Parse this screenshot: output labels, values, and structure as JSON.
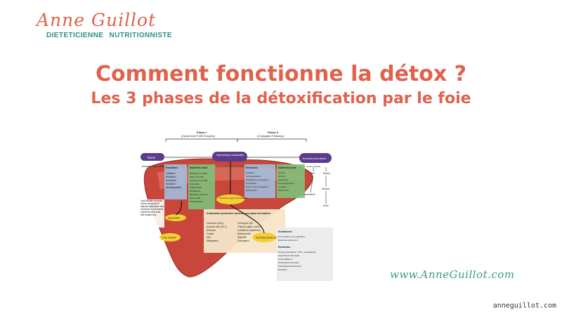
{
  "brand": {
    "name": "Anne Guillot",
    "sub1": "DIETETICIENNE",
    "sub2": "NUTRITIONNISTE"
  },
  "title": "Comment fonctionne la détox ?",
  "subtitle": "Les 3 phases de la détoxification par le foie",
  "website": "www.AnneGuillot.com",
  "credit": "anneguillot.com",
  "diagram": {
    "phase1_title": "Phase I",
    "phase1_sub": "(Cytochrome P-450 Enzymes)",
    "phase2_title": "Phase II",
    "phase2_sub": "(Conjugation Pathways)",
    "toxins": "Toxins",
    "intermediary": "Intermediary metabolites",
    "excretory": "Excretory derivatives",
    "nonpolar": "(nonpolar lipid-soluble)",
    "reactions_label": "Reactions",
    "nutrients_label": "Nutrients used",
    "phase1_reactions": [
      "Oxidation",
      "Reduction",
      "Hydrolysis",
      "Hydration",
      "Dehalogenation"
    ],
    "phase1_nutrients": [
      "Riboflavin (Vit B2)",
      "Niacin (Vit B3)",
      "Pyridoxine (Vit B6)",
      "Folic acid",
      "Vitamin B12",
      "Glutathione",
      "Branched chain aa",
      "Flavonoids",
      "Phospholipids"
    ],
    "polar_label": "(more polar less lipid-soluble)",
    "phase2_reactions": [
      "Sulfation",
      "Glucuronidation",
      "Glutathione conjugation",
      "Acetylation",
      "Amino acid conjugation",
      "Methylation"
    ],
    "phase2_nutrients": [
      "Glycine",
      "Taurine",
      "Glutamine",
      "N-Acetylcysteine",
      "Cysteine",
      "Methionine"
    ],
    "water_soluble": "(water soluble)",
    "ros": "Reactive oxygen intermediates",
    "antioxidant_title": "Antioxidant protective nutrients and plant derivatives",
    "antioxidants_col1": [
      "Carotenes (Vit A)",
      "Ascorbic acid (Vit C)",
      "Selenium",
      "Copper",
      "Zinc",
      "Manganese"
    ],
    "antioxidants_col2": [
      "Coenzyme Q10",
      "Thiols (in garlic, onions",
      "cruciferous vegetables)",
      "Bioflavonoids",
      "Silymarin",
      "Pycnogenol"
    ],
    "superoxide": "Superoxide",
    "free_radicals": "Free radicals",
    "secondary": "Secondary tissue damage",
    "lipid_note": "Lipid-soluble nonpolar toxins are stored in adipose (fat) tissue and contribute to increased mobilized toxin load with weight loss.",
    "bile": "Bile",
    "serum": "Serum",
    "feces": "Feces/stool",
    "kidneys": "Kidneys",
    "urine": "Urine",
    "endotoxins_title": "Endotoxins",
    "endotoxins": [
      "End products of metabolism",
      "Bacterial endotoxins"
    ],
    "exotoxins_title": "Exotoxins",
    "exotoxins": [
      "Drugs (prescription, OTC, recreational)",
      "Agricultural chemicals",
      "Food additives",
      "Household chemicals",
      "Pollutants/contaminants",
      "Microbial"
    ]
  }
}
